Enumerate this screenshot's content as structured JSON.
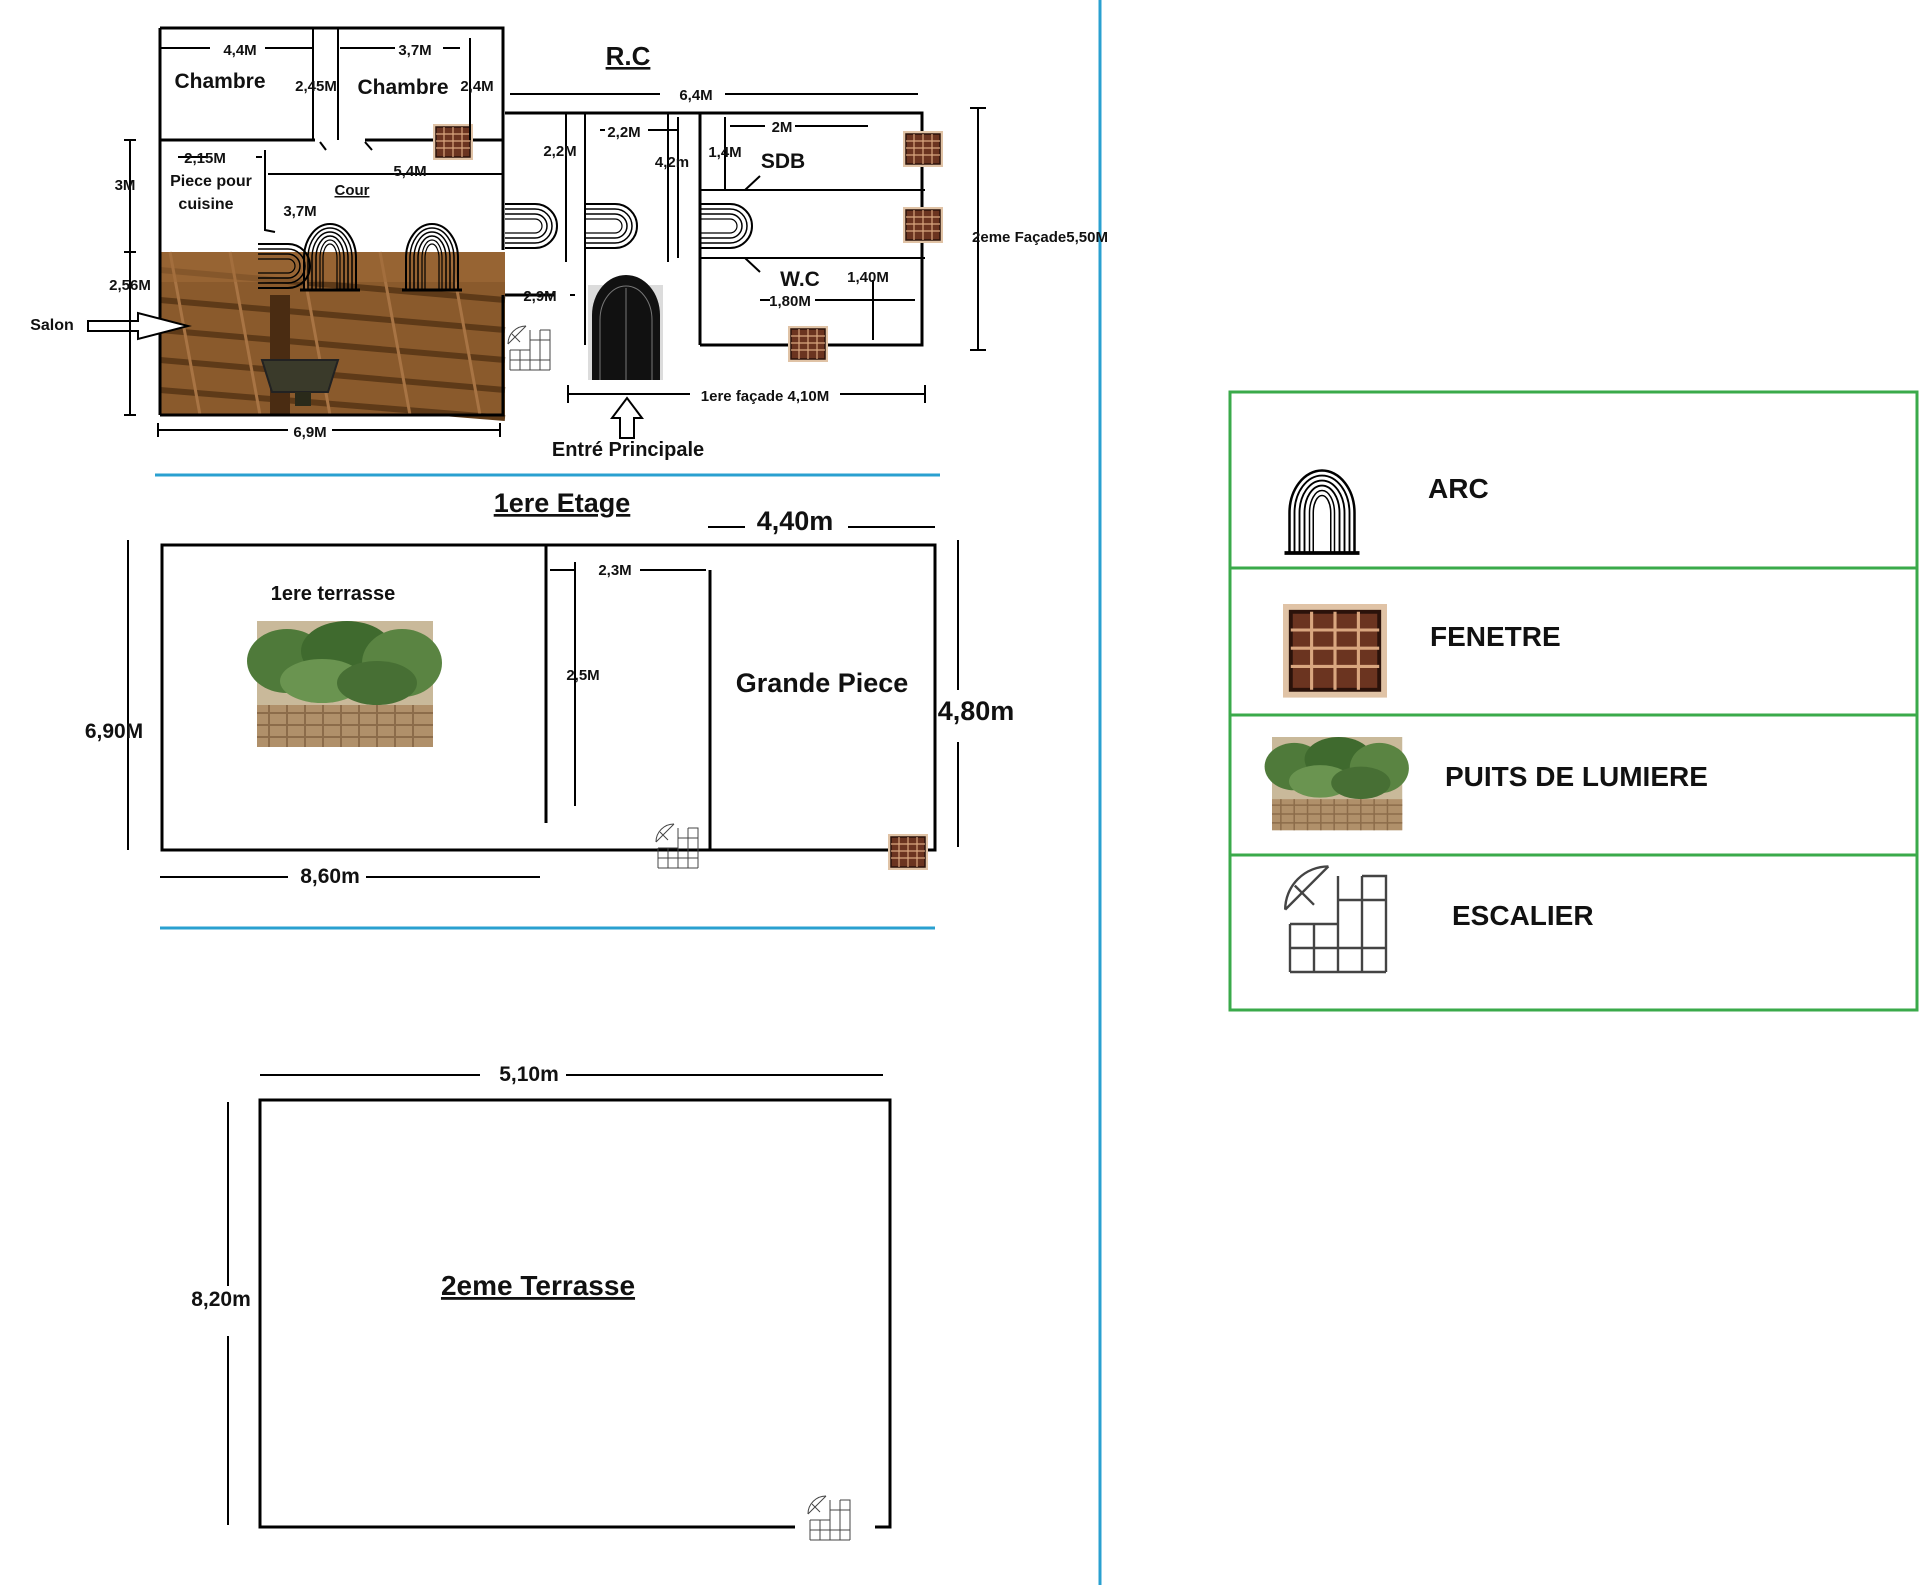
{
  "rc": {
    "title": "R.C",
    "rooms": {
      "chambre1": "Chambre",
      "chambre2": "Chambre",
      "cuisine_line1": "Piece pour",
      "cuisine_line2": "cuisine",
      "cour": "Cour",
      "sdb": "SDB",
      "wc": "W.C",
      "salon": "Salon",
      "entree": "Entré Principale"
    },
    "dims": {
      "d_4_4": "4,4M",
      "d_3_7_top": "3,7M",
      "d_2_45": "2,45M",
      "d_2_4": "2,4M",
      "d_6_4": "6,4M",
      "d_2_15": "2,15M",
      "d_3m": "3M",
      "d_5_4": "5,4M",
      "d_3_7_cour": "3,7M",
      "d_2_2_left": "2,2M",
      "d_2_2_mid": "2,2M",
      "d_4_2": "4,2m",
      "d_1_4": "1,4M",
      "d_2m": "2M",
      "d_2_56": "2,56M",
      "d_2_9": "2,9M",
      "d_1_40": "1,40M",
      "d_1_80": "1,80M",
      "facade2": "2eme Façade5,50M",
      "facade1": "1ere façade 4,10M",
      "d_6_9": "6,9M"
    }
  },
  "etage1": {
    "title": "1ere Etage",
    "rooms": {
      "terrasse": "1ere terrasse",
      "grande_piece": "Grande Piece"
    },
    "dims": {
      "d_4_40": "4,40m",
      "d_2_3": "2,3M",
      "d_2_5": "2,5M",
      "d_6_90": "6,90M",
      "d_4_80": "4,80m",
      "d_8_60": "8,60m"
    }
  },
  "terrasse2": {
    "title": "2eme Terrasse",
    "dims": {
      "d_5_10": "5,10m",
      "d_8_20": "8,20m"
    }
  },
  "legend": {
    "items": [
      {
        "icon": "arch-icon",
        "label": "ARC"
      },
      {
        "icon": "window-icon",
        "label": "FENETRE"
      },
      {
        "icon": "light-well-icon",
        "label": "PUITS DE LUMIERE"
      },
      {
        "icon": "staircase-icon",
        "label": "ESCALIER"
      }
    ]
  },
  "colors": {
    "separator": "#2aa0d0",
    "legend_border": "#3aaa4a",
    "wood": "#8a5a2c",
    "window": "#6b3420",
    "plants": "#4f7a3a"
  }
}
